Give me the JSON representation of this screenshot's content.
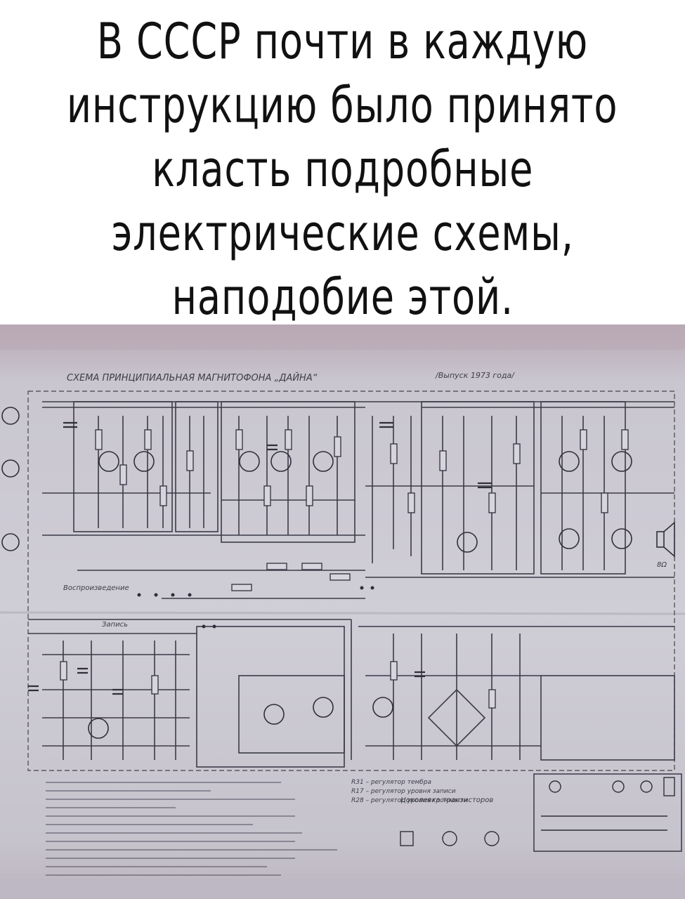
{
  "caption": {
    "lines": [
      "В СССР почти в каждую",
      "инструкцию было принято",
      "класть подробные",
      "электрические схемы,",
      "наподобие этой."
    ]
  },
  "schematic": {
    "title": "СХЕМА ПРИНЦИПИАЛЬНАЯ МАГНИТОФОНА „ДАЙНА“",
    "issue": "/Выпуск 1973 года/",
    "labels": {
      "playback": "Воспроизведение",
      "record": "Запись",
      "speaker": "8Ω",
      "transistor_types": "Цоколевка транзисторов"
    },
    "legend_right": [
      "R31 – регулятор тембра",
      "R17 – регулятор уровня записи",
      "R28 – регулятор уровня громкости"
    ]
  },
  "colors": {
    "paper": "#cfcdd6",
    "ink": "#3b3b48"
  }
}
